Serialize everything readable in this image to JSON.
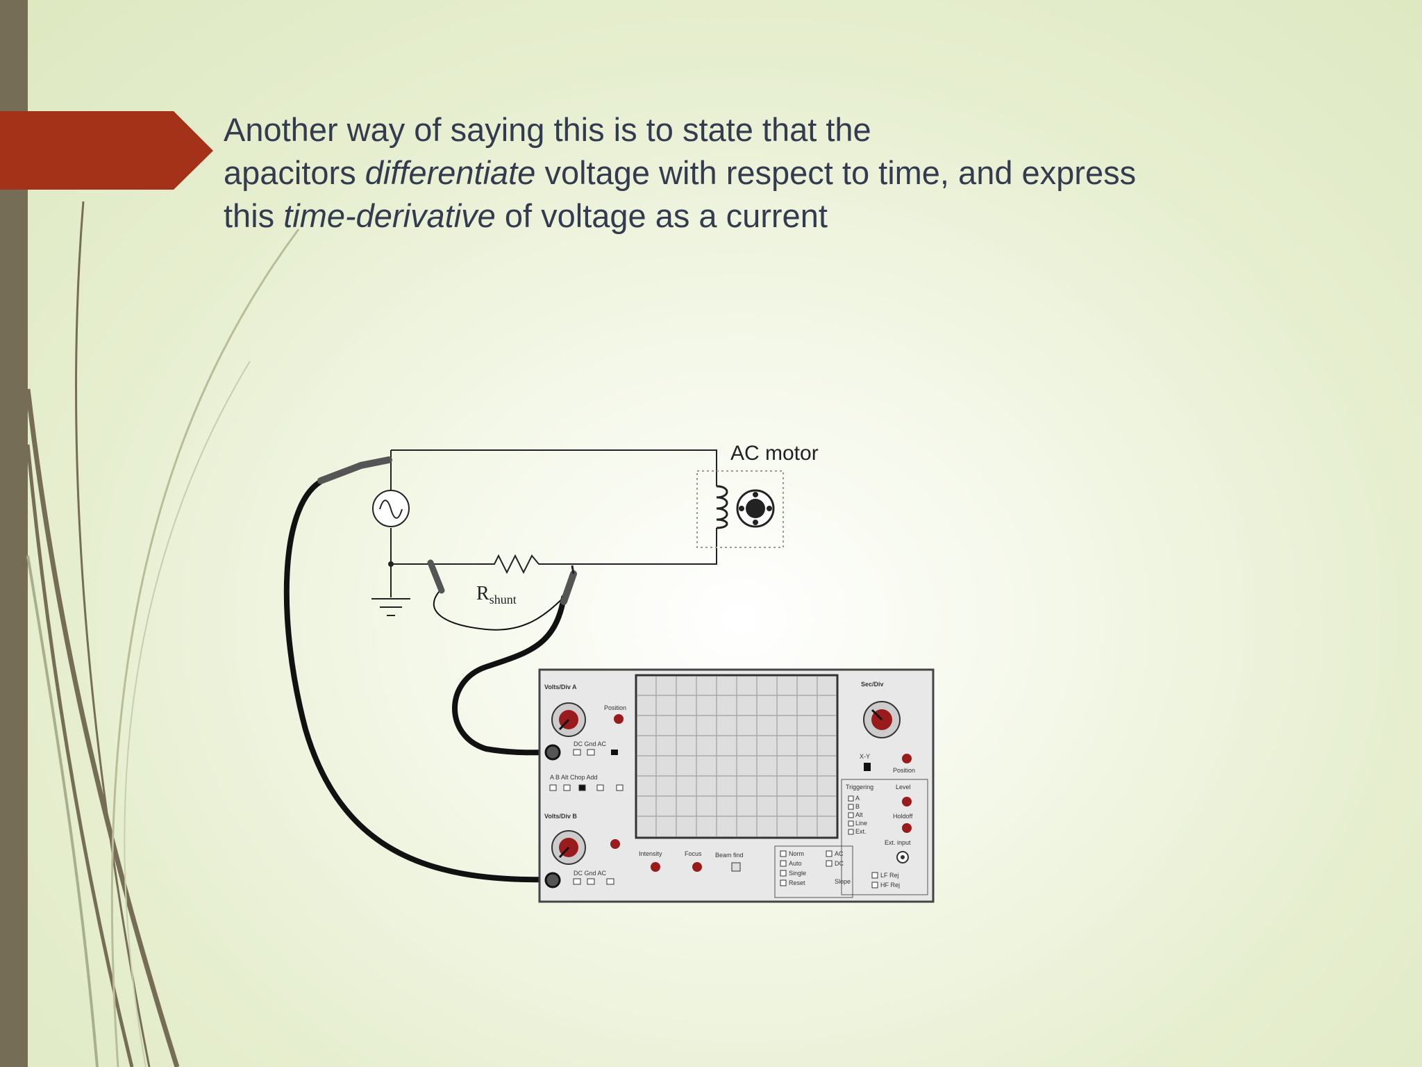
{
  "slide": {
    "text": {
      "line1": "Another way of saying this is to state that the",
      "line2_pre": "apacitors ",
      "line2_em": "differentiate",
      "line2_post": " voltage with respect to time, and express",
      "line3_pre": "this ",
      "line3_em": "time-derivative",
      "line3_post": " of voltage as a current"
    },
    "theme_colors": {
      "accent": "#a33219",
      "bar": "#756d55",
      "text": "#333c4f"
    }
  },
  "figure": {
    "motor_label": "AC motor",
    "shunt_label_main": "R",
    "shunt_label_sub": "shunt",
    "scope": {
      "volts_a": "Volts/Div A",
      "volts_b": "Volts/Div B",
      "sec_div": "Sec/Div",
      "position": "Position",
      "dc_gnd_ac": "DC  Gnd  AC",
      "mode_row": "A   B   Alt  Chop  Add",
      "xy": "X-Y",
      "triggering": "Triggering",
      "level": "Level",
      "holdoff": "Holdoff",
      "ext_input": "Ext. input",
      "intensity": "Intensity",
      "focus": "Focus",
      "beam_find": "Beam find",
      "norm": "Norm",
      "auto": "Auto",
      "single": "Single",
      "reset": "Reset",
      "ac": "AC",
      "dc": "DC",
      "slope": "Slope",
      "lf_rej": "LF Rej",
      "hf_rej": "HF Rej",
      "trig_a": "A",
      "trig_b": "B",
      "trig_alt": "Alt",
      "trig_line": "Line",
      "trig_ext": "Ext."
    }
  }
}
